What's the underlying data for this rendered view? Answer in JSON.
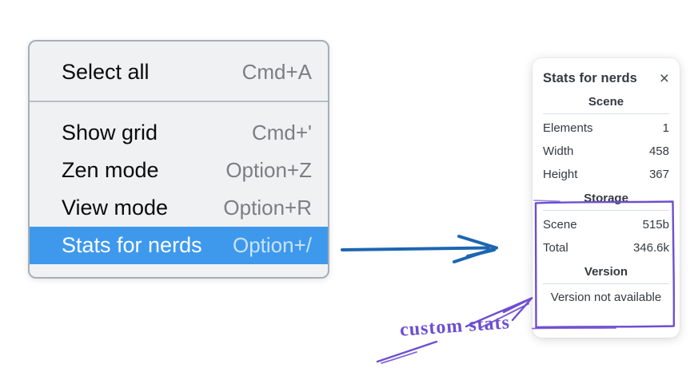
{
  "colors": {
    "menu_highlight": "#3e99ed",
    "blue_arrow": "#1d66b0",
    "purple_annotation": "#6d4fd0"
  },
  "context_menu": {
    "highlighted_item": "Stats for nerds",
    "sections": [
      {
        "items": [
          {
            "label": "Select all",
            "shortcut": "Cmd+A"
          }
        ]
      },
      {
        "items": [
          {
            "label": "Show grid",
            "shortcut": "Cmd+'"
          },
          {
            "label": "Zen mode",
            "shortcut": "Option+Z"
          },
          {
            "label": "View mode",
            "shortcut": "Option+R"
          },
          {
            "label": "Stats for nerds",
            "shortcut": "Option+/"
          }
        ]
      }
    ]
  },
  "stats_panel": {
    "title": "Stats for nerds",
    "close_icon": "×",
    "scene_section": {
      "heading": "Scene",
      "rows": [
        {
          "label": "Elements",
          "value": "1"
        },
        {
          "label": "Width",
          "value": "458"
        },
        {
          "label": "Height",
          "value": "367"
        }
      ]
    },
    "storage_section": {
      "heading": "Storage",
      "rows": [
        {
          "label": "Scene",
          "value": "515b"
        },
        {
          "label": "Total",
          "value": "346.6k"
        }
      ]
    },
    "version_section": {
      "heading": "Version",
      "message": "Version not available"
    }
  },
  "annotation": {
    "label": "custom stats"
  }
}
